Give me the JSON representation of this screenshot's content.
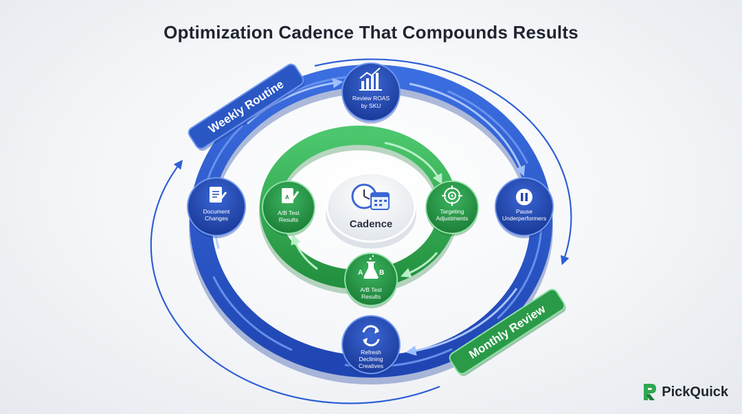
{
  "title": "Optimization Cadence That Compounds Results",
  "center": {
    "label": "Cadence",
    "icon": "clock-calendar-icon"
  },
  "ribbons": {
    "weekly": "Weekly Routine",
    "monthly": "Monthly Review"
  },
  "outer_nodes": {
    "review": {
      "line1": "Review ROAS",
      "line2": "by SKU",
      "icon": "bar-chart-growth-icon"
    },
    "pause": {
      "line1": "Pause",
      "line2": "Underperformers",
      "icon": "pause-icon"
    },
    "refresh": {
      "line1": "Refresh",
      "line2": "Declining",
      "line3": "Creatives",
      "icon": "refresh-icon"
    },
    "document": {
      "line1": "Document",
      "line2": "Changes",
      "icon": "document-edit-icon"
    }
  },
  "inner_nodes": {
    "ab_left": {
      "line1": "A/B Test",
      "line2": "Results",
      "icon": "ab-document-icon"
    },
    "targeting": {
      "line1": "Targeting",
      "line2": "Adjustments",
      "icon": "target-icon"
    },
    "ab_bottom": {
      "line1": "A/B Test",
      "line2": "Results",
      "icon": "flask-icon",
      "icon_a": "A",
      "icon_b": "B"
    }
  },
  "brand": {
    "name": "PickQuick",
    "color": "#2fa84f"
  },
  "colors": {
    "outer_ring": "#2b57c4",
    "inner_ring": "#2fa84f",
    "node_blue": "#2447b0",
    "node_green": "#27944a"
  }
}
